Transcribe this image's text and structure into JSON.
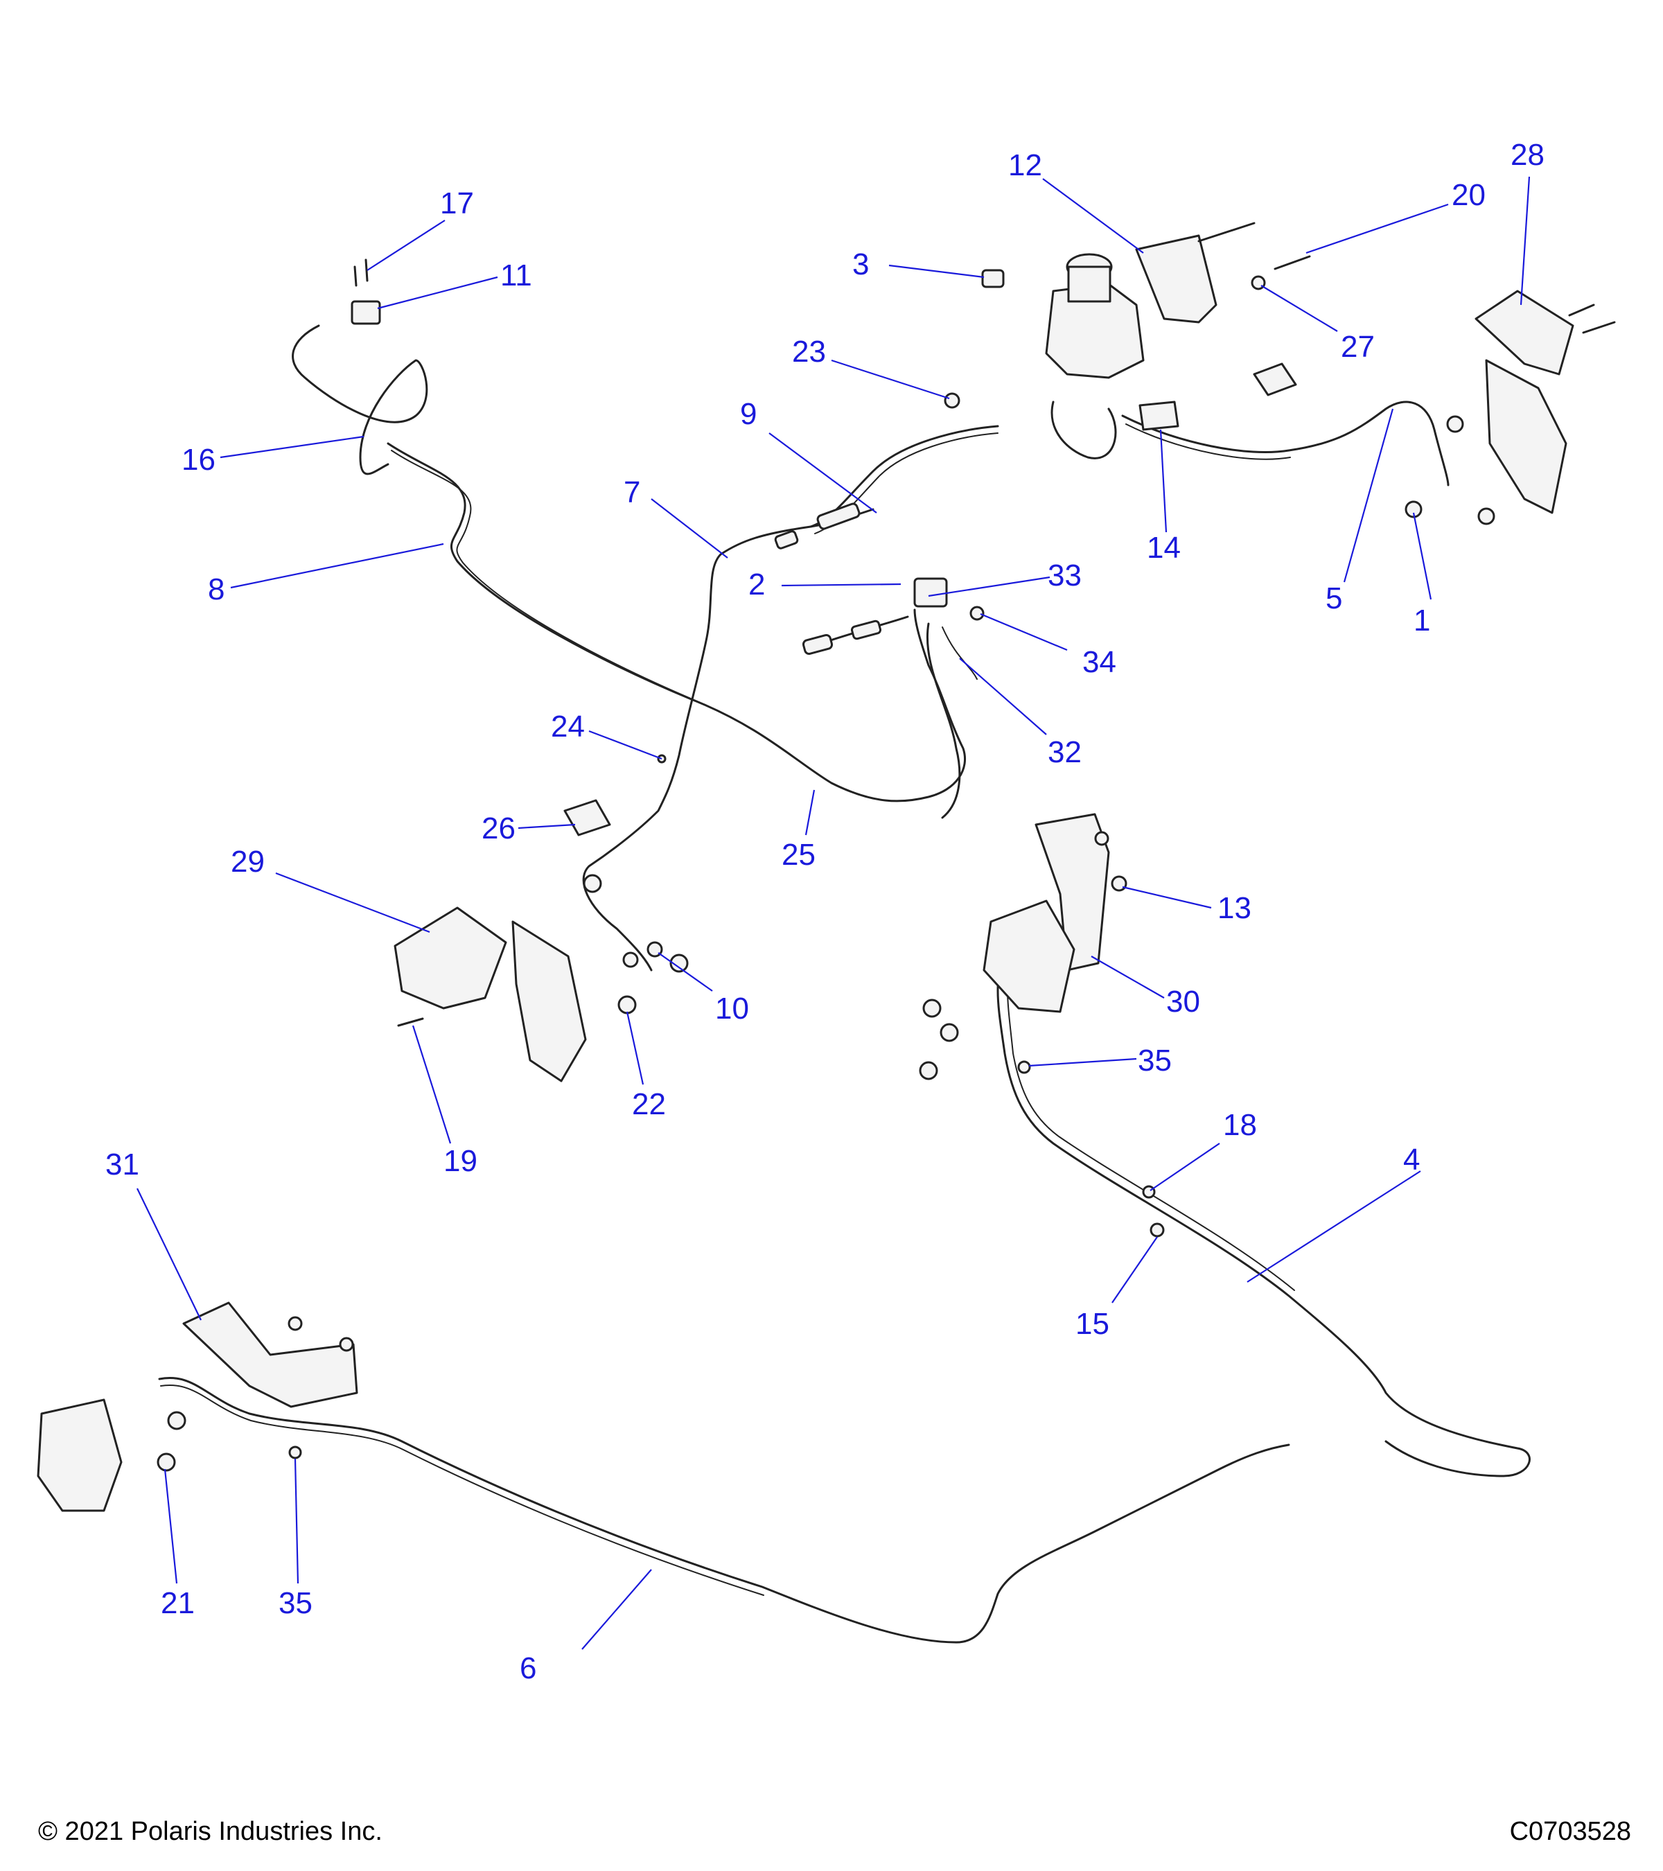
{
  "footer": {
    "copyright": "© 2021 Polaris Industries Inc.",
    "figure_id": "C0703528"
  },
  "callouts": {
    "c1": "1",
    "c2": "2",
    "c3": "3",
    "c4": "4",
    "c5": "5",
    "c6": "6",
    "c7": "7",
    "c8": "8",
    "c9": "9",
    "c10": "10",
    "c11": "11",
    "c12": "12",
    "c13": "13",
    "c14": "14",
    "c15": "15",
    "c16": "16",
    "c17": "17",
    "c18": "18",
    "c19": "19",
    "c20": "20",
    "c21": "21",
    "c22": "22",
    "c23": "23",
    "c24": "24",
    "c25": "25",
    "c26": "26",
    "c27": "27",
    "c28": "28",
    "c29": "29",
    "c30": "30",
    "c31": "31",
    "c32": "32",
    "c33": "33",
    "c34": "34",
    "c35a": "35",
    "c35b": "35"
  },
  "colors": {
    "callout": "#1a1adb",
    "line": "#222222"
  }
}
